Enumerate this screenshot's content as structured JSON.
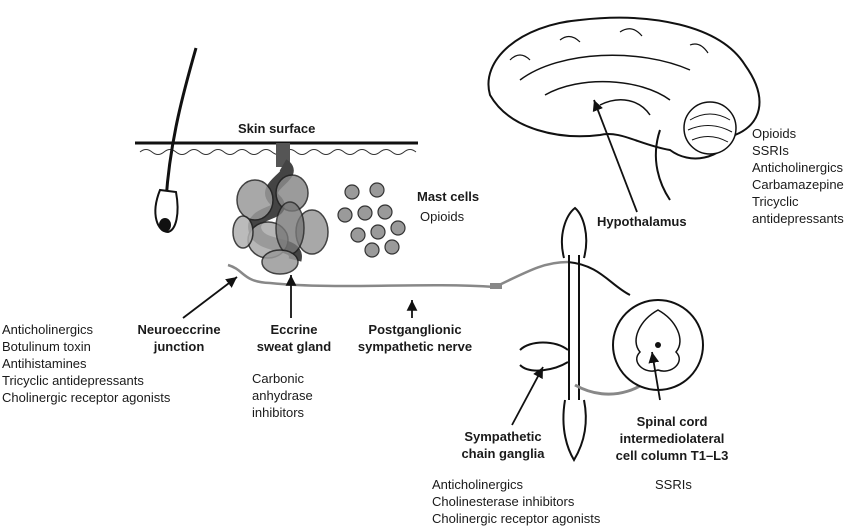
{
  "labels": {
    "skin_surface": "Skin surface",
    "mast_cells": "Mast cells",
    "hypothalamus": "Hypothalamus",
    "neuroeccrine_junction": "Neuroeccrine\njunction",
    "eccrine_sweat_gland": "Eccrine\nsweat gland",
    "postganglionic_nerve": "Postganglionic\nsympathetic nerve",
    "sympathetic_chain_ganglia": "Sympathetic\nchain ganglia",
    "spinal_cord": "Spinal cord\nintermediolateral\ncell column T1–L3"
  },
  "drugs": {
    "mast_cells": "Opioids",
    "hypothalamus": "Opioids\nSSRIs\nAnticholinergics\nCarbamazepine\nTricyclic\nantidepressants",
    "neuroeccrine_junction": "Anticholinergics\nBotulinum toxin\nAntihistamines\nTricyclic antidepressants\nCholinergic receptor agonists",
    "eccrine_sweat_gland": "Carbonic\nanhydrase\ninhibitors",
    "sympathetic_chain_ganglia": "Anticholinergics\nCholinesterase inhibitors\nCholinergic receptor agonists",
    "spinal_cord": "SSRIs"
  }
}
